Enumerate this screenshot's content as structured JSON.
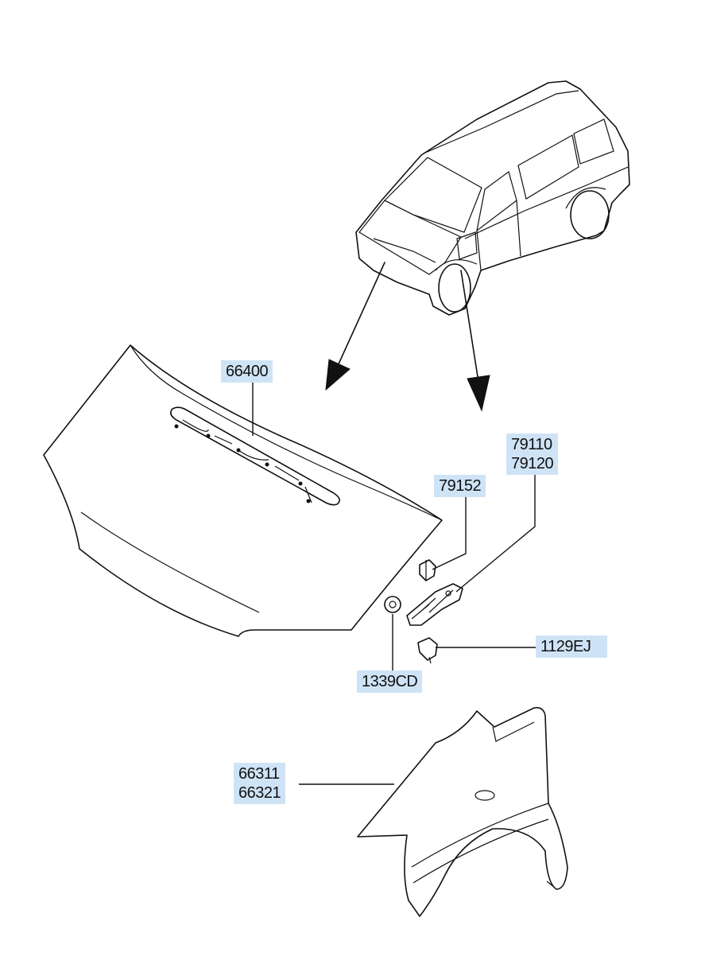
{
  "labels": {
    "hood": "66400",
    "hinge_a": "79110",
    "hinge_b": "79120",
    "hinge_bolt": "79152",
    "nut": "1339CD",
    "bolt": "1129EJ",
    "fender_a": "66311",
    "fender_b": "66321"
  },
  "colors": {
    "label_bg": "#cfe3f6",
    "line": "#111111"
  }
}
